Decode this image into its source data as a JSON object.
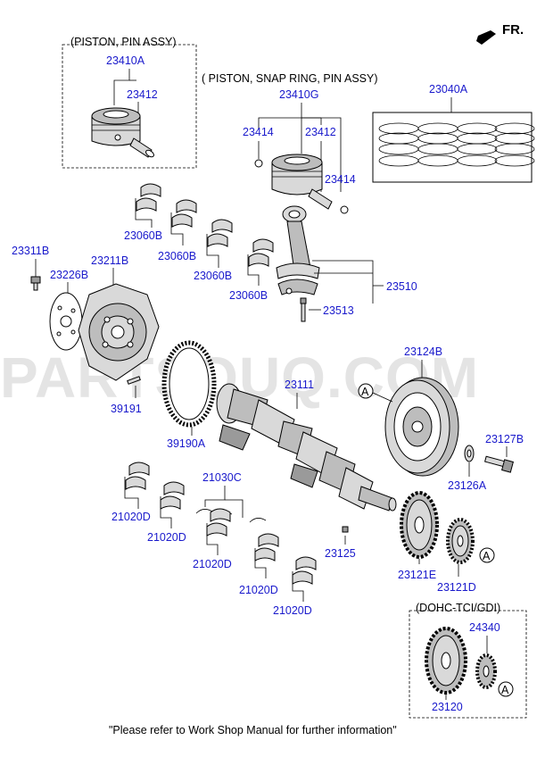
{
  "orientation": {
    "label": "FR."
  },
  "watermark": "PARTSOUQ.COM",
  "footer_note": "\"Please refer to Work Shop Manual for further information\"",
  "groups": {
    "piston_pin_assy": "(PISTON, PIN ASSY)",
    "piston_snap_ring_pin_assy": "( PISTON, SNAP RING, PIN ASSY)",
    "dohc_tci_gdi": "(DOHC-TCI/GDI)"
  },
  "reference_marker": "A",
  "part_numbers": {
    "p23410A": "23410A",
    "p23412_a": "23412",
    "p23410G": "23410G",
    "p23414_left": "23414",
    "p23412_b": "23412",
    "p23414_right": "23414",
    "p23040A": "23040A",
    "p23060B_1": "23060B",
    "p23060B_2": "23060B",
    "p23060B_3": "23060B",
    "p23060B_4": "23060B",
    "p23311B": "23311B",
    "p23226B": "23226B",
    "p23211B": "23211B",
    "p23510": "23510",
    "p23513": "23513",
    "p23124B": "23124B",
    "p23111": "23111",
    "p39191": "39191",
    "p39190A": "39190A",
    "p23127B": "23127B",
    "p23126A": "23126A",
    "p21030C": "21030C",
    "p21020D_1": "21020D",
    "p21020D_2": "21020D",
    "p21020D_3": "21020D",
    "p21020D_4": "21020D",
    "p21020D_5": "21020D",
    "p23125": "23125",
    "p23121E": "23121E",
    "p23121D": "23121D",
    "p24340": "24340",
    "p23120": "23120"
  },
  "colors": {
    "part_number": "#1a1acc",
    "text": "#000000",
    "watermark": "#cfcfcf"
  }
}
